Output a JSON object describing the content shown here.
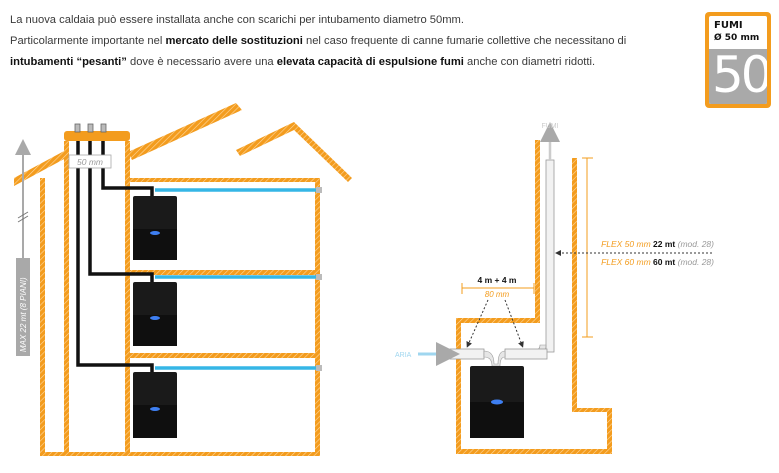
{
  "intro": {
    "line1": "La nuova caldaia può essere installata anche con scarichi per intubamento diametro 50mm.",
    "line2_a": "Particolarmente importante nel ",
    "line2_b": "mercato delle sostituzioni",
    "line2_c": " nel caso frequente di canne fumarie collettive che necessitano di ",
    "line2_d": "intubamenti “pesanti”",
    "line2_e": " dove è necessario avere una ",
    "line2_f": "elevata capacità di espulsione fumi",
    "line2_g": " anche con diametri ridotti."
  },
  "badge": {
    "title": "FUMI",
    "subtitle": "Ø 50 mm",
    "number": "50"
  },
  "left_diagram": {
    "pipe_label": "50 mm",
    "height_label": "MAX 22 mt (8 PIANI)"
  },
  "right_diagram": {
    "fumi_label": "FUMI",
    "aria_label": "ARIA",
    "length_label": "4 m + 4 m",
    "diameter_label": "80 mm",
    "flex50_a": "FLEX 50 mm ",
    "flex50_b": "22 mt",
    "flex50_c": " (mod. 28)",
    "flex60_a": "FLEX 60 mm ",
    "flex60_b": "60 mt",
    "flex60_c": " (mod. 28)"
  },
  "colors": {
    "wall": "#f39c1e",
    "cyan": "#35b6e6",
    "boiler": "#1a1a1a",
    "grey": "#a9a9a9"
  }
}
